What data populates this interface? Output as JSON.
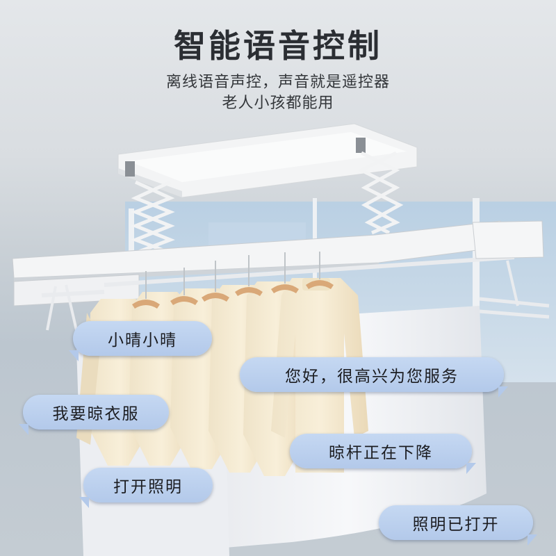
{
  "headline": "智能语音控制",
  "subtitle_line1": "离线语音声控，声音就是遥控器",
  "subtitle_line2": "老人小孩都能用",
  "bubbles": [
    {
      "text": "小晴小晴",
      "side": "left"
    },
    {
      "text": "您好，很高兴为您服务",
      "side": "right"
    },
    {
      "text": "我要晾衣服",
      "side": "left"
    },
    {
      "text": "晾杆正在下降",
      "side": "right"
    },
    {
      "text": "打开照明",
      "side": "left"
    },
    {
      "text": "照明已打开",
      "side": "right"
    }
  ],
  "colors": {
    "bubble": "#b9cdec",
    "headline": "#2b2e33",
    "garment": "#f4ead2",
    "hanger": "#d9a878",
    "frame": "#f2f3f4"
  }
}
